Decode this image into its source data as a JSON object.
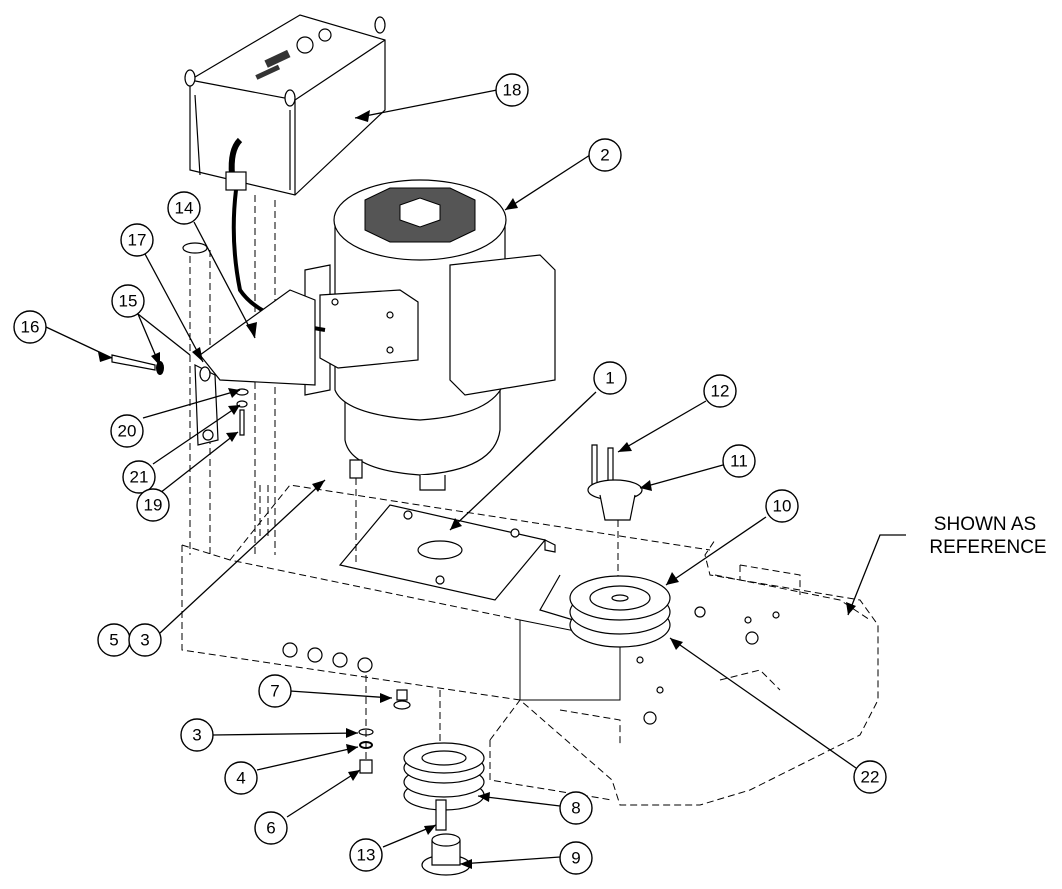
{
  "reference_note": {
    "line1": "SHOWN AS",
    "line2": "REFERENCE"
  },
  "balloons": [
    {
      "id": "b-18",
      "label": "18"
    },
    {
      "id": "b-2",
      "label": "2"
    },
    {
      "id": "b-14",
      "label": "14"
    },
    {
      "id": "b-17",
      "label": "17"
    },
    {
      "id": "b-15",
      "label": "15"
    },
    {
      "id": "b-16",
      "label": "16"
    },
    {
      "id": "b-20",
      "label": "20"
    },
    {
      "id": "b-21",
      "label": "21"
    },
    {
      "id": "b-19",
      "label": "19"
    },
    {
      "id": "b-1",
      "label": "1"
    },
    {
      "id": "b-12",
      "label": "12"
    },
    {
      "id": "b-11",
      "label": "11"
    },
    {
      "id": "b-10",
      "label": "10"
    },
    {
      "id": "b-5",
      "label": "5"
    },
    {
      "id": "b-3a",
      "label": "3"
    },
    {
      "id": "b-7",
      "label": "7"
    },
    {
      "id": "b-3b",
      "label": "3"
    },
    {
      "id": "b-4",
      "label": "4"
    },
    {
      "id": "b-6",
      "label": "6"
    },
    {
      "id": "b-8",
      "label": "8"
    },
    {
      "id": "b-13",
      "label": "13"
    },
    {
      "id": "b-9",
      "label": "9"
    },
    {
      "id": "b-22",
      "label": "22"
    }
  ]
}
